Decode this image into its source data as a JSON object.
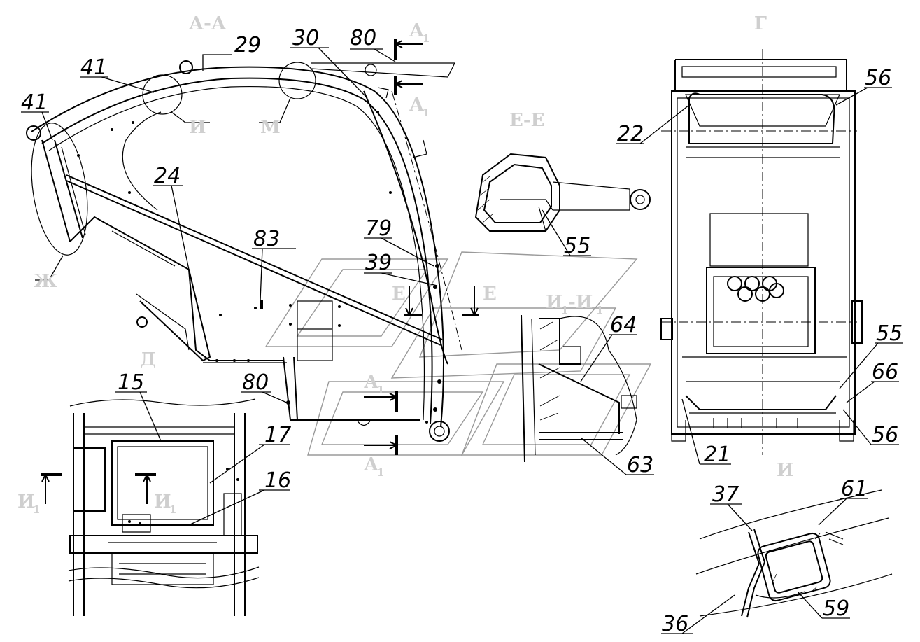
{
  "section_labels": {
    "aa": "А-А",
    "d": "Д",
    "g": "Г",
    "ee": "Е-Е",
    "i1i1": "И",
    "i1i1_sub1": "1",
    "i1i1_dash": "-И",
    "i1i1_sub2": "1",
    "i": "И",
    "e_left": "Е",
    "e_right": "Е",
    "a1_top": "А",
    "a1_top_sub": "1",
    "a1_top2": "А",
    "a1_top2_sub": "1",
    "a1_bot1": "А",
    "a1_bot1_sub": "1",
    "a1_bot2": "А",
    "a1_bot2_sub": "1",
    "i1_left": "И",
    "i1_left_sub": "1",
    "i1_right": "И",
    "i1_right_sub": "1"
  },
  "callouts": {
    "i_circle": "И",
    "m_circle": "М",
    "zh_ellipse": "Ж"
  },
  "part_numbers": {
    "p29": "29",
    "p30": "30",
    "p80_top": "80",
    "p41_a": "41",
    "p41_b": "41",
    "p24": "24",
    "p83": "83",
    "p79": "79",
    "p39": "39",
    "p80_bot": "80",
    "p55_ee": "55",
    "p56_top": "56",
    "p22": "22",
    "p55_g": "55",
    "p66": "66",
    "p56_bot": "56",
    "p21": "21",
    "p64": "64",
    "p63": "63",
    "p15": "15",
    "p17": "17",
    "p16": "16",
    "p37": "37",
    "p61": "61",
    "p36": "36",
    "p59": "59"
  },
  "colors": {
    "line": "#000000",
    "label": "#cfcfcf",
    "watermark": "#9a9a9a",
    "background": "#ffffff"
  }
}
